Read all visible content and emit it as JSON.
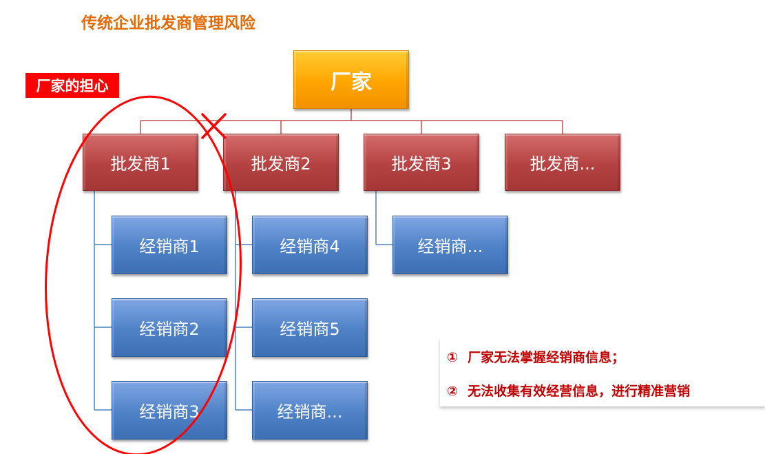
{
  "title": "传统企业批发商管理风险",
  "tag_label": "厂家的担心",
  "manufacturer": "厂家",
  "wholesalers": [
    "批发商1",
    "批发商2",
    "批发商3",
    "批发商..."
  ],
  "distributors_group1": [
    "经销商1",
    "经销商2",
    "经销商3"
  ],
  "distributors_group2": [
    "经销商4",
    "经销商5",
    "经销商..."
  ],
  "distributors_group3": [
    "经销商..."
  ],
  "notes": [
    {
      "num": "①",
      "text": "厂家无法掌握经销商信息；"
    },
    {
      "num": "②",
      "text": "无法收集有效经营信息，进行精准营销"
    }
  ],
  "colors": {
    "title": "#e36c0a",
    "tag_bg": "#ff0000",
    "manufacturer_box": "#ffa500",
    "wholesaler_box": "#b54242",
    "distributor_box": "#4f81c7",
    "connector_red": "#c0504d",
    "connector_blue": "#4f81bd",
    "circle_mark": "#ff0000",
    "note_text": "#c00000"
  },
  "icons": [
    "cross-mark-icon"
  ]
}
